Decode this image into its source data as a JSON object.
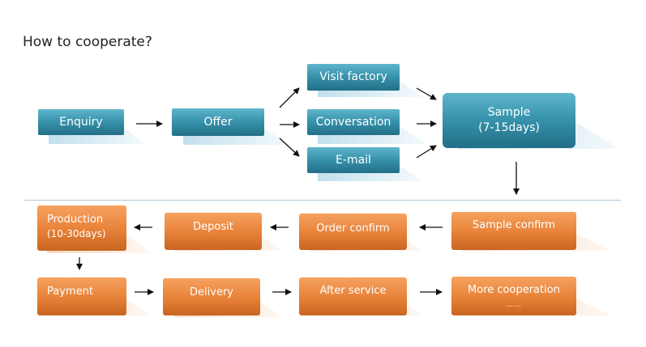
{
  "page": {
    "title": "How to cooperate?"
  },
  "top_row": {
    "enquiry": "Enquiry",
    "offer": "Offer",
    "visit_factory": "Visit factory",
    "conversation": "Conversation",
    "email": "E-mail",
    "sample": "Sample",
    "sample_days": "(7-15days)"
  },
  "bottom_row": {
    "production": "Production",
    "production_days": "(10-30days)",
    "deposit": "Deposit",
    "order_confirm": "Order confirm",
    "sample_confirm": "Sample confirm",
    "payment": "Payment",
    "delivery": "Delivery",
    "after_service": "After service",
    "more_cooperation": "More cooperation",
    "more_cooperation_dots": "……"
  },
  "colors": {
    "teal_box": "#3994ad",
    "orange_box": "#e9843b",
    "arrow": "#111111",
    "divider": "#aec8d8"
  }
}
